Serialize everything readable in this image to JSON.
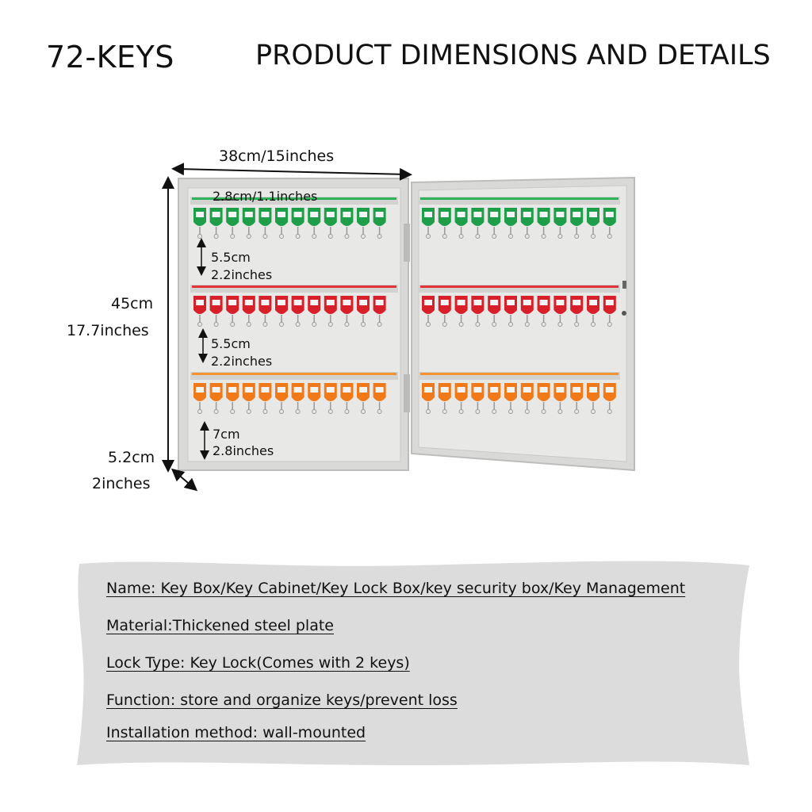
{
  "header": {
    "count_title": "72-KEYS",
    "main_title": "PRODUCT DIMENSIONS AND DETAILS"
  },
  "dimensions": {
    "width": "38cm/15inches",
    "tag_spacing": "2.8cm/1.1inches",
    "height_cm": "45cm",
    "height_in": "17.7inches",
    "row1_gap_cm": "5.5cm",
    "row1_gap_in": "2.2inches",
    "row2_gap_cm": "5.5cm",
    "row2_gap_in": "2.2inches",
    "row3_gap_cm": "7cm",
    "row3_gap_in": "2.8inches",
    "depth_cm": "5.2cm",
    "depth_in": "2inches"
  },
  "cabinet": {
    "rows": [
      {
        "color": "#1f9e4a",
        "strip": "#2fb35a",
        "tags_per_side": 12
      },
      {
        "color": "#d8202b",
        "strip": "#e0343a",
        "tags_per_side": 12
      },
      {
        "color": "#f07a1a",
        "strip": "#f29230",
        "tags_per_side": 12
      }
    ],
    "body_color": "#e4e4e2"
  },
  "details": {
    "name": "Name: Key Box/Key Cabinet/Key Lock Box/key security box/Key Management",
    "material": "Material:Thickened steel plate",
    "lock_type": "Lock Type: Key Lock(Comes with 2 keys)",
    "function": "Function: store and organize keys/prevent loss",
    "installation": "Installation method: wall-mounted"
  }
}
